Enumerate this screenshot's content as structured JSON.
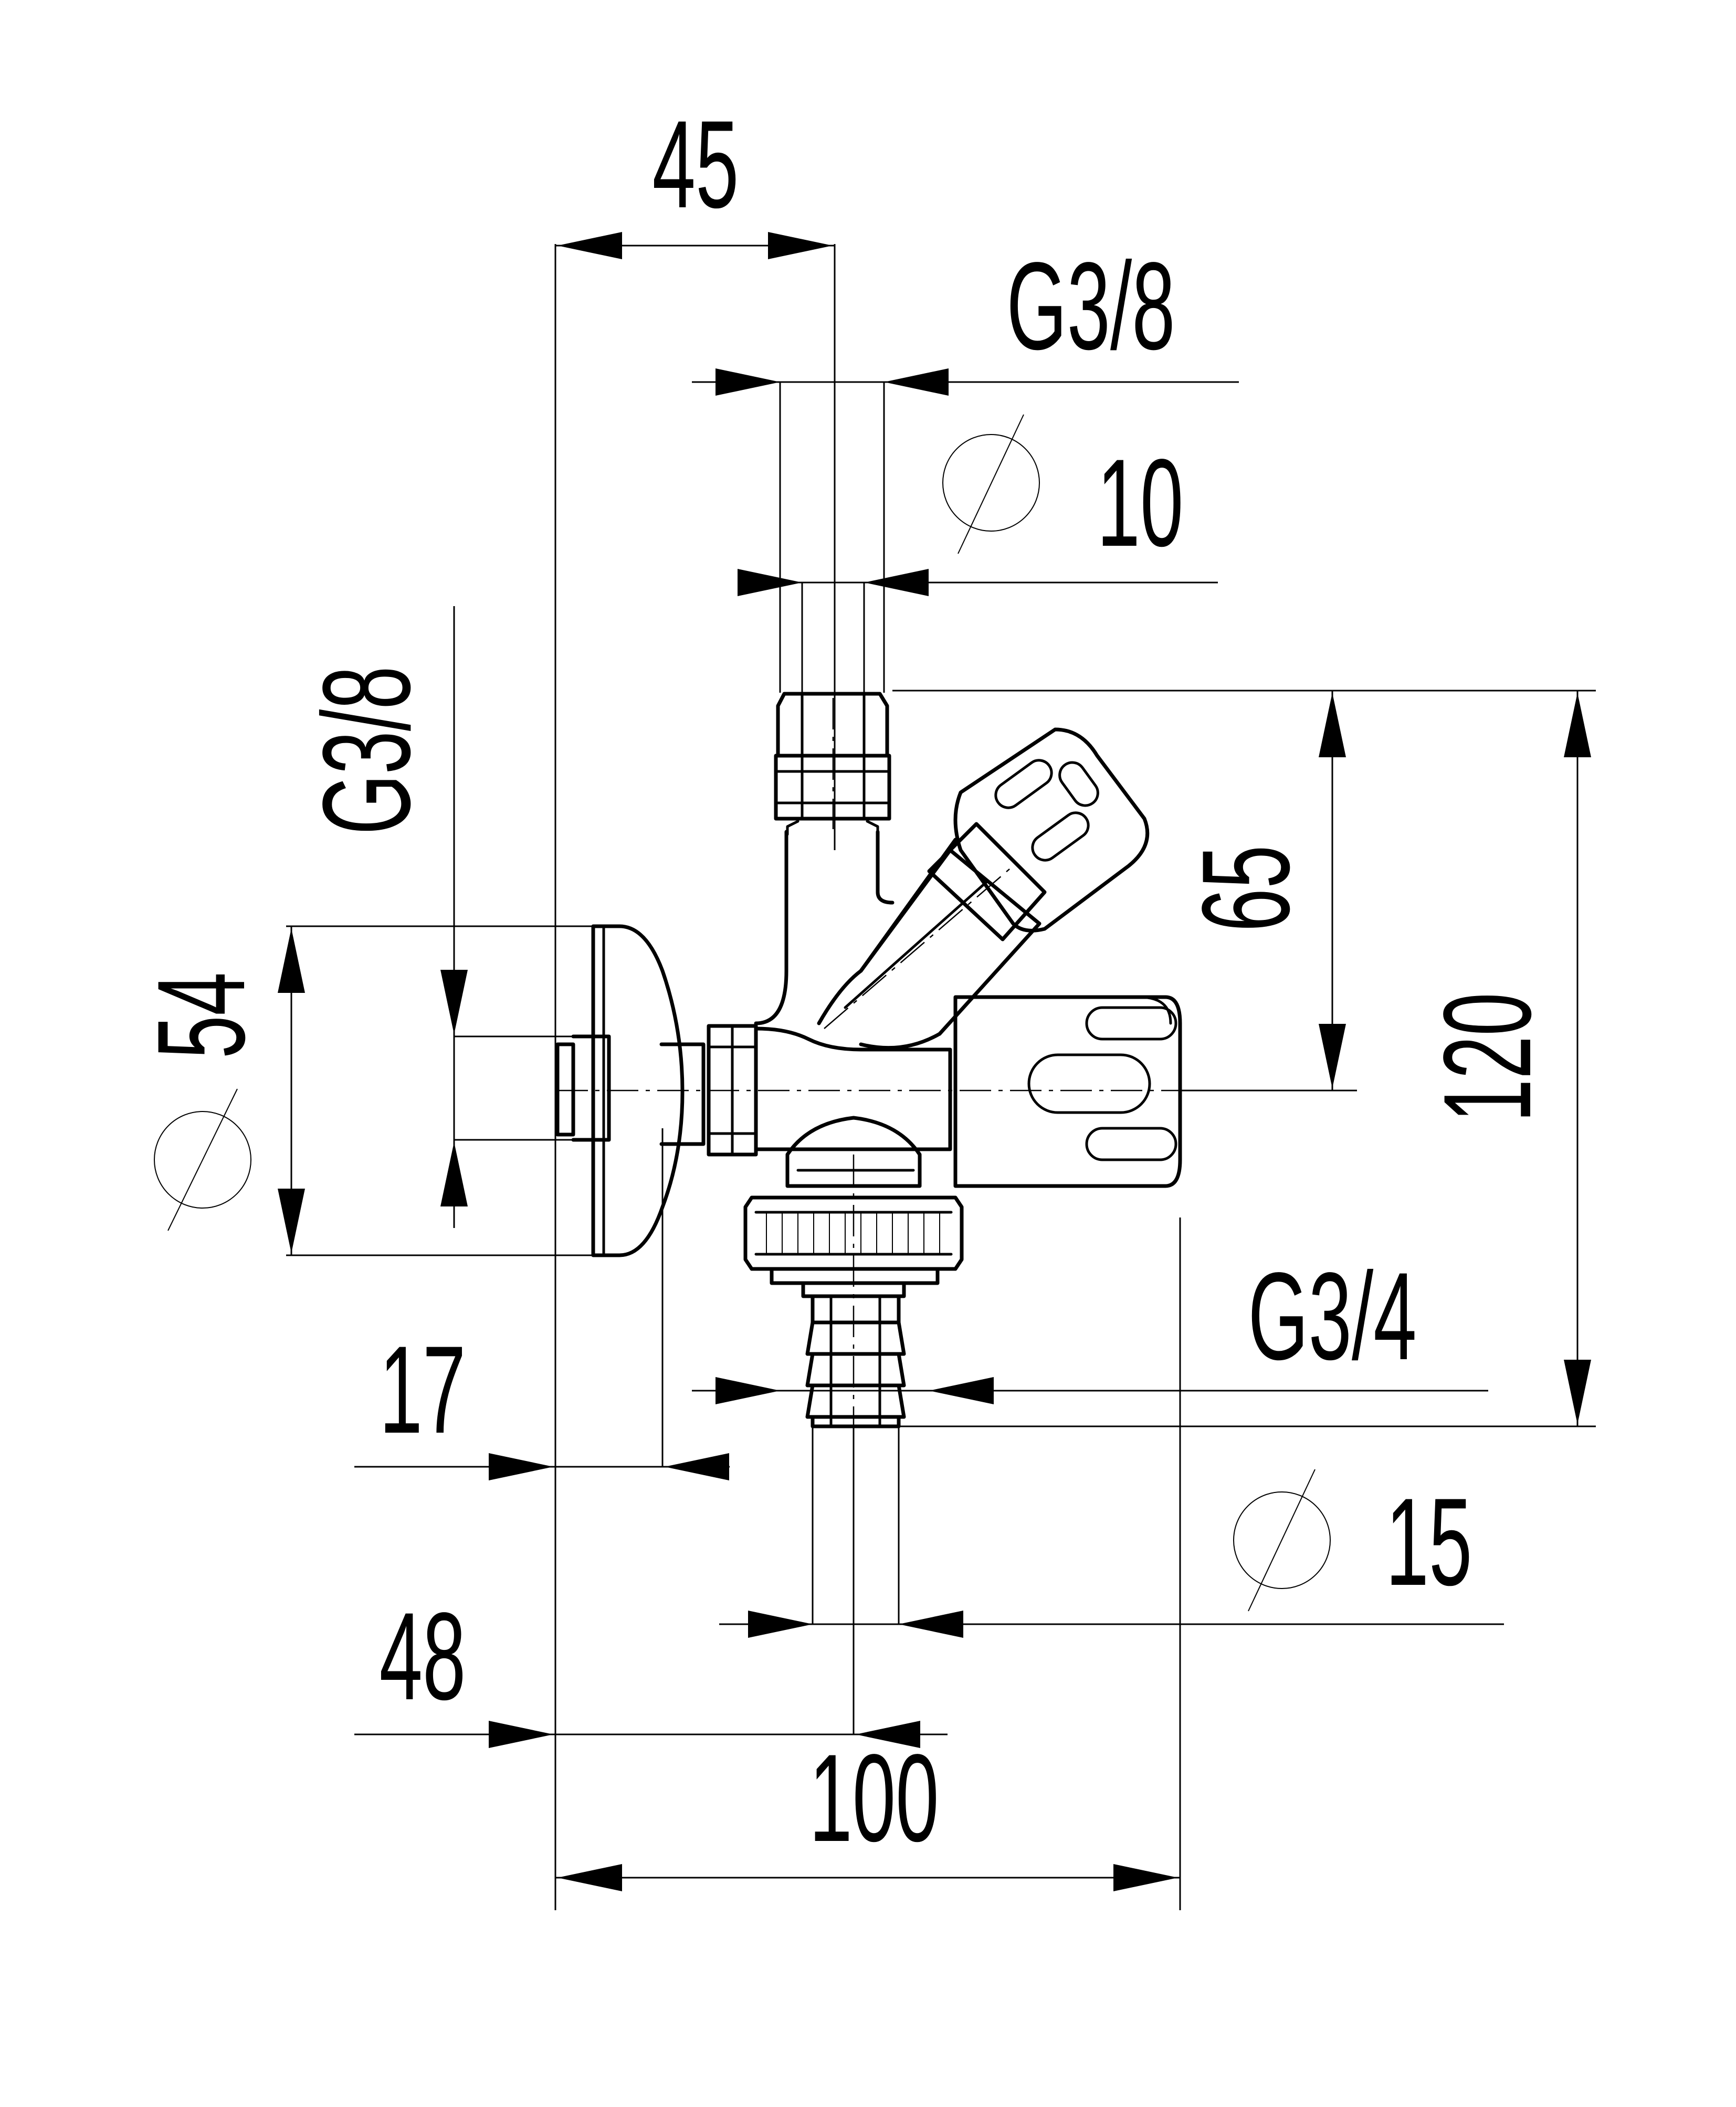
{
  "dimensions": {
    "top_offset": "45",
    "thread_top": "G3/8",
    "pipe_top_diameter": "10",
    "height_branch": "65",
    "height_total": "120",
    "thread_left": "G3/8",
    "rosette_diameter": "54",
    "thread_bottom": "G3/4",
    "depth_rosette": "17",
    "hose_diameter": "15",
    "offset_outlet": "48",
    "width_total": "100"
  }
}
